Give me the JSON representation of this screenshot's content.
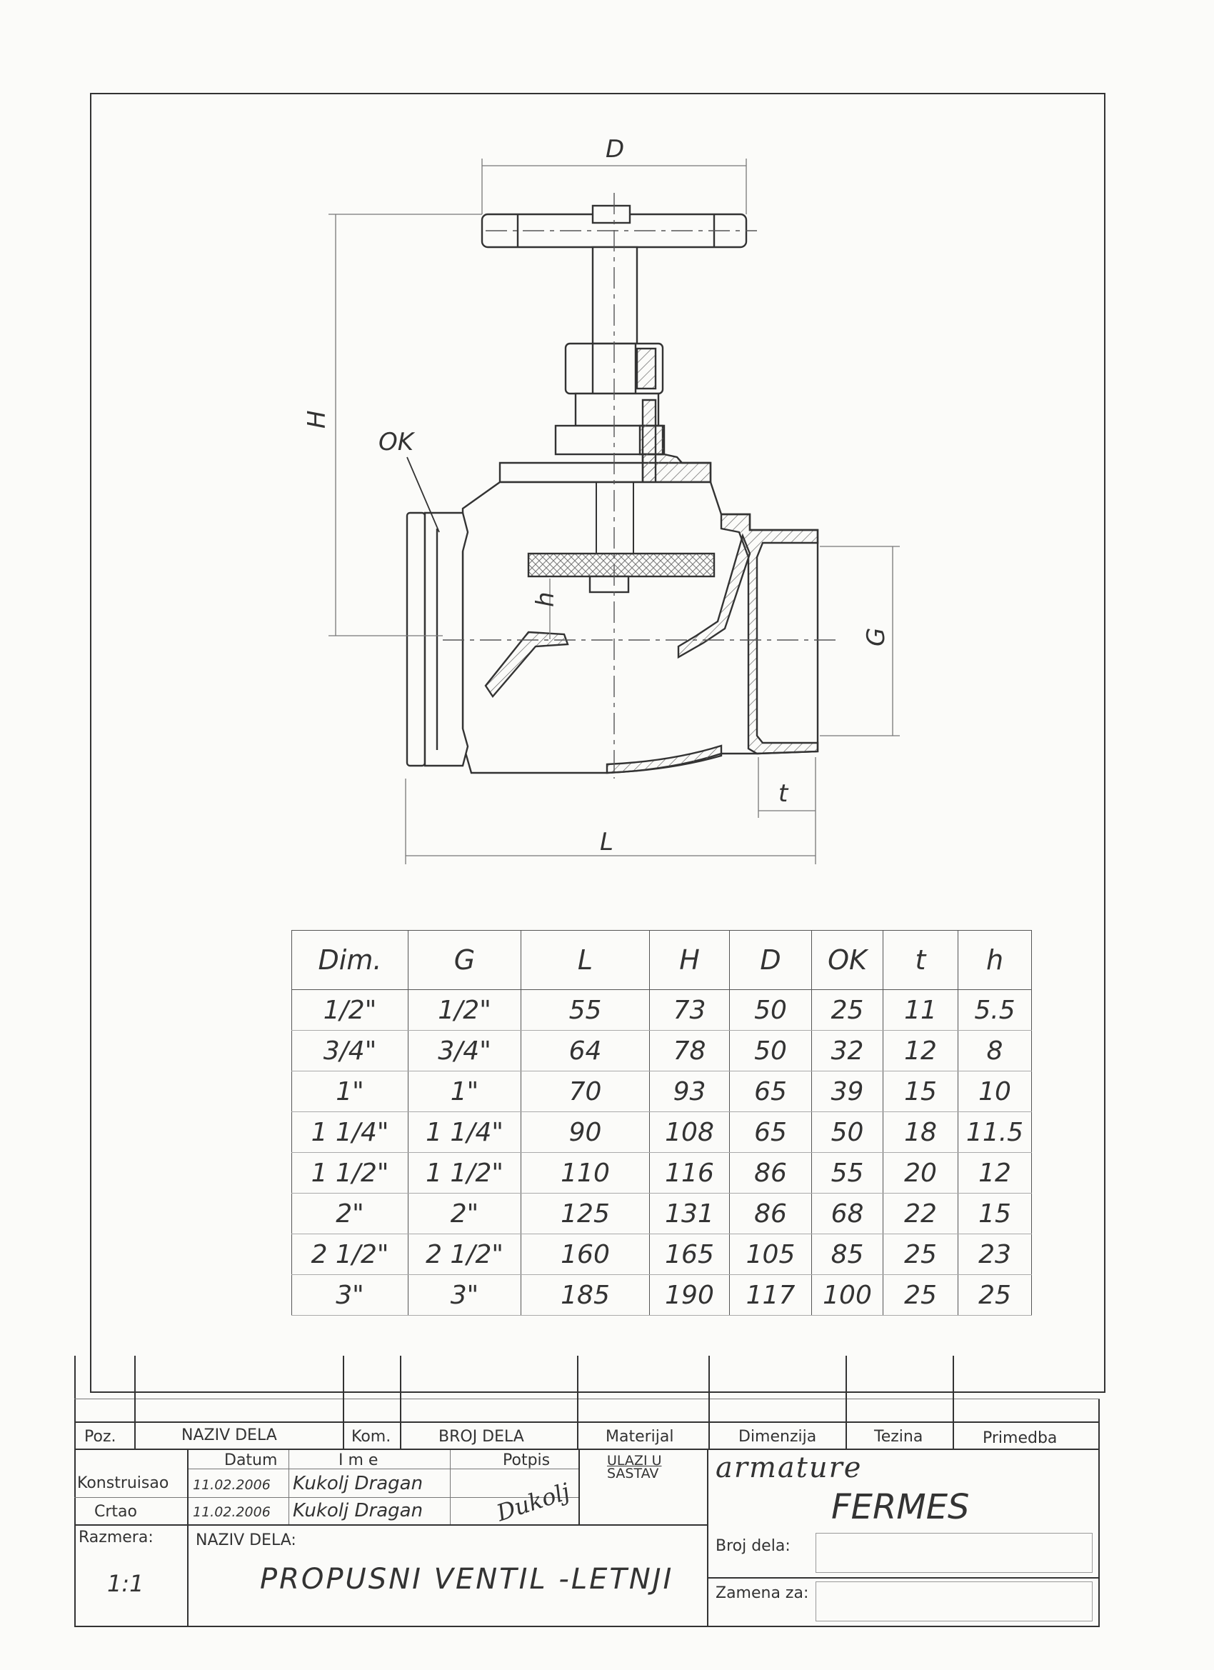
{
  "drawing": {
    "labels": {
      "D": "D",
      "H": "H",
      "OK": "OK",
      "h": "h",
      "G": "G",
      "t": "t",
      "L": "L"
    }
  },
  "table": {
    "headers": [
      "Dim.",
      "G",
      "L",
      "H",
      "D",
      "OK",
      "t",
      "h"
    ],
    "rows": [
      [
        "1/2\"",
        "1/2\"",
        "55",
        "73",
        "50",
        "25",
        "11",
        "5.5"
      ],
      [
        "3/4\"",
        "3/4\"",
        "64",
        "78",
        "50",
        "32",
        "12",
        "8"
      ],
      [
        "1\"",
        "1\"",
        "70",
        "93",
        "65",
        "39",
        "15",
        "10"
      ],
      [
        "1 1/4\"",
        "1 1/4\"",
        "90",
        "108",
        "65",
        "50",
        "18",
        "11.5"
      ],
      [
        "1 1/2\"",
        "1 1/2\"",
        "110",
        "116",
        "86",
        "55",
        "20",
        "12"
      ],
      [
        "2\"",
        "2\"",
        "125",
        "131",
        "86",
        "68",
        "22",
        "15"
      ],
      [
        "2 1/2\"",
        "2 1/2\"",
        "160",
        "165",
        "105",
        "85",
        "25",
        "23"
      ],
      [
        "3\"",
        "3\"",
        "185",
        "190",
        "117",
        "100",
        "25",
        "25"
      ]
    ]
  },
  "title_block": {
    "parts_header": {
      "poz": "Poz.",
      "naziv_dela": "NAZIV DELA",
      "kom": "Kom.",
      "broj_dela": "BROJ DELA",
      "materijal": "Materijal",
      "dimenzija": "Dimenzija",
      "tezina": "Tezina",
      "primedba": "Primedba"
    },
    "columns": {
      "datum": "Datum",
      "ime": "I m e",
      "potpis": "Potpis"
    },
    "konstruisao": {
      "label": "Konstruisao",
      "date": "11.02.2006",
      "name": "Kukolj Dragan"
    },
    "crtao": {
      "label": "Crtao",
      "date": "11.02.2006",
      "name": "Kukolj Dragan"
    },
    "signature": "Dukolj",
    "ulazi_u_sastav": [
      "ULAZI U",
      "SASTAV"
    ],
    "company": {
      "line1": "armature",
      "line2": "FERMES"
    },
    "razmera_label": "Razmera:",
    "scale": "1:1",
    "naziv_dela_label": "NAZIV DELA:",
    "part_name": "PROPUSNI VENTIL -LETNJI",
    "broj_dela_label": "Broj dela:",
    "zamena_za_label": "Zamena za:"
  }
}
